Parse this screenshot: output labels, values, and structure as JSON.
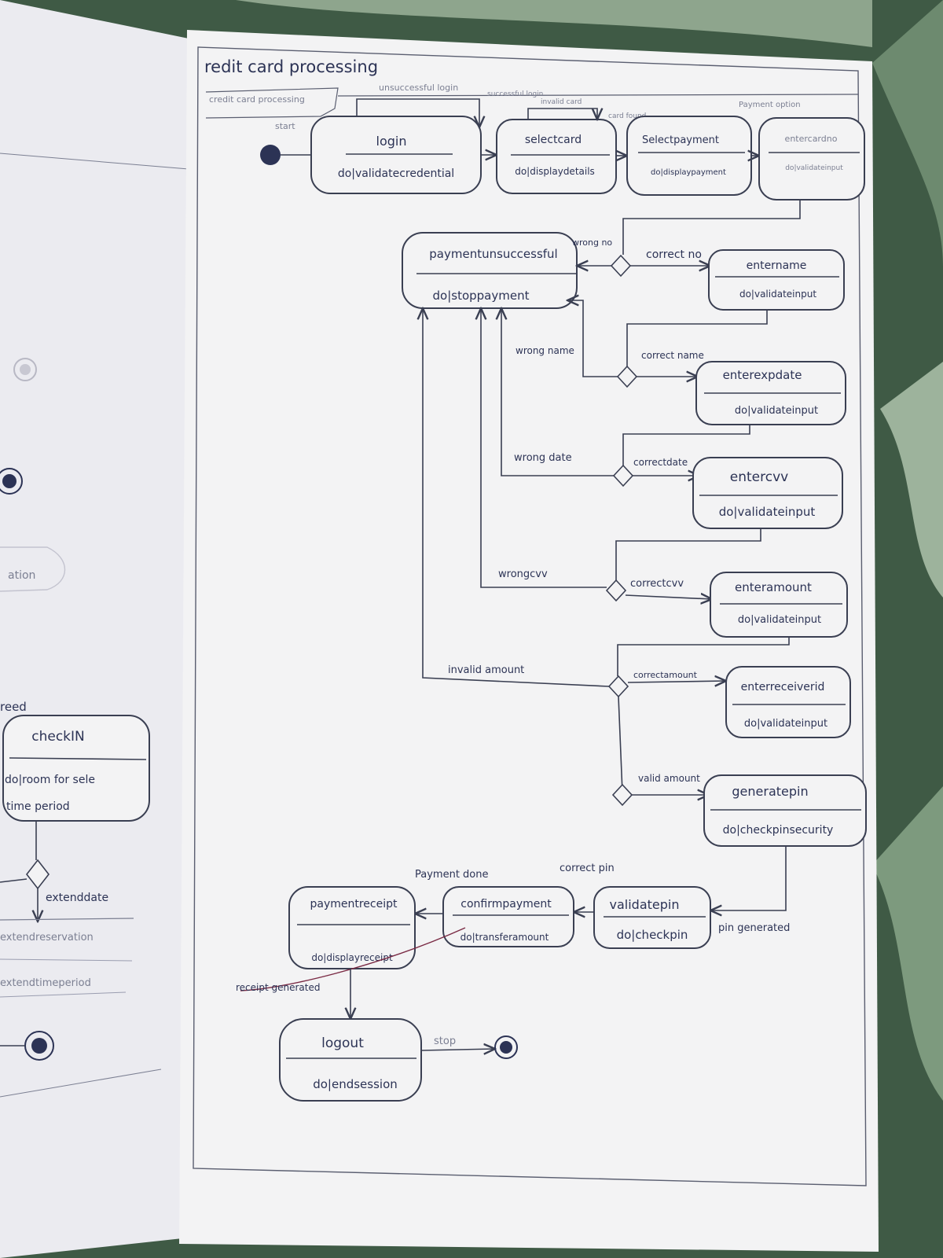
{
  "page_title": "redit card processing",
  "frame_label": "credit card processing",
  "start_label": "start",
  "stop_label": "stop",
  "states": {
    "login": {
      "name": "login",
      "activity": "do|validatecredential"
    },
    "selectcard": {
      "name": "selectcard",
      "activity": "do|displaydetails"
    },
    "selectpayment": {
      "name": "Selectpayment",
      "activity": "do|displaypayment"
    },
    "entercardno": {
      "name": "entercardno",
      "activity": "do|validateinput"
    },
    "paymentunsuccessful": {
      "name": "paymentunsuccessful",
      "activity": "do|stoppayment"
    },
    "entername": {
      "name": "entername",
      "activity": "do|validateinput"
    },
    "enterexpdate": {
      "name": "enterexpdate",
      "activity": "do|validateinput"
    },
    "entercvv": {
      "name": "entercvv",
      "activity": "do|validateinput"
    },
    "enteramount": {
      "name": "enteramount",
      "activity": "do|validateinput"
    },
    "enterreceiverid": {
      "name": "enterreceiverid",
      "activity": "do|validateinput"
    },
    "generatepin": {
      "name": "generatepin",
      "activity": "do|checkpinsecurity"
    },
    "validatepin": {
      "name": "validatepin",
      "activity": "do|checkpin"
    },
    "confirmpayment": {
      "name": "confirmpayment",
      "activity": "do|transferamount"
    },
    "paymentreceipt": {
      "name": "paymentreceipt",
      "activity": "do|displayreceipt"
    },
    "logout": {
      "name": "logout",
      "activity": "do|endsession"
    }
  },
  "transitions": {
    "unsuccessful_login": "unsuccessful login",
    "successful_login": "successful login",
    "invalid_card": "invalid card",
    "card_found": "card found",
    "payment_option": "Payment option",
    "wrong_no": "wrong no",
    "correct_no": "correct no",
    "wrong_name": "wrong name",
    "correct_name": "correct name",
    "wrong_date": "wrong date",
    "correct_date": "correctdate",
    "wrong_cvv": "wrongcvv",
    "correct_cvv": "correctcvv",
    "invalid_amount": "invalid amount",
    "correct_amount": "correctamount",
    "valid_amount": "valid amount",
    "pin_generated": "pin generated",
    "correct_pin": "correct pin",
    "payment_done": "Payment done",
    "receipt_generated": "receipt generated"
  },
  "left_page": {
    "label_top": "reed",
    "state_name": "checkIN",
    "state_activity_1": "do|room for sele",
    "state_activity_2": "time period",
    "extend_label": "extenddate",
    "row_1": "extendreservation",
    "row_2": "extendtimeperiod",
    "faint_label": "ation"
  },
  "colors": {
    "ink": "#2c3355",
    "paper": "#f3f3f4",
    "background": "#3f5a45"
  }
}
